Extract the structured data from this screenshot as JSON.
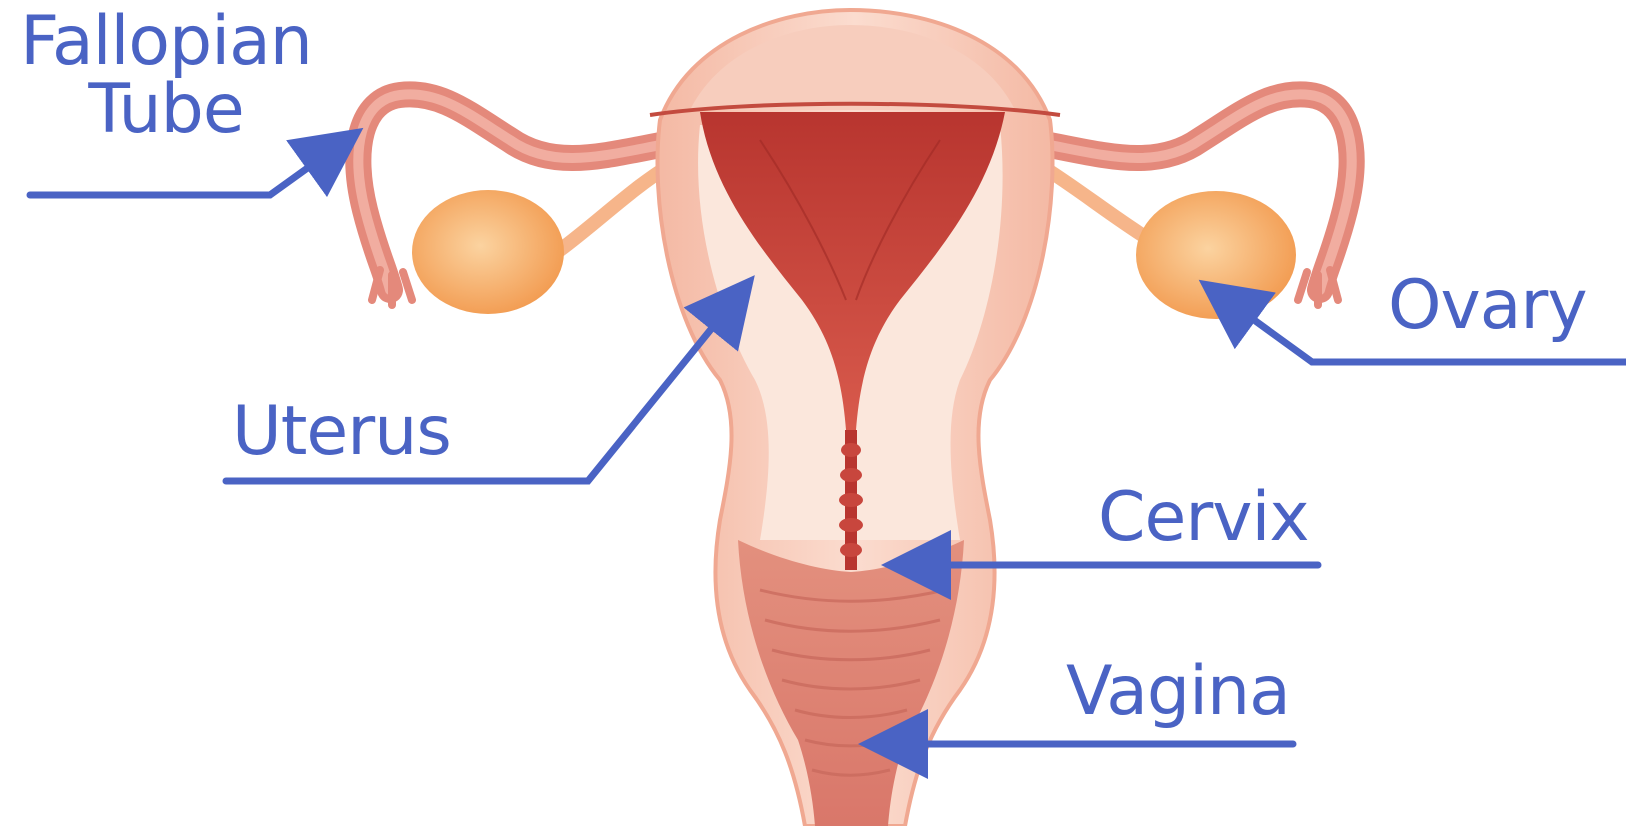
{
  "diagram": {
    "colors": {
      "label": "#4a63c4",
      "tissue_light": "#f9d3c2",
      "tissue_mid": "#f2b4a0",
      "tissue_dark": "#e68b78",
      "cavity": "#c8463d",
      "cavity_dark": "#a8302b",
      "ovary": "#f7b877",
      "ovary_dark": "#f29a4f",
      "tube": "#e4897b",
      "inner_wall": "#fbe7dc"
    },
    "labels": {
      "fallopian_line1": "Fallopian",
      "fallopian_line2": "Tube",
      "uterus": "Uterus",
      "cervix": "Cervix",
      "vagina": "Vagina",
      "ovary": "Ovary"
    }
  }
}
